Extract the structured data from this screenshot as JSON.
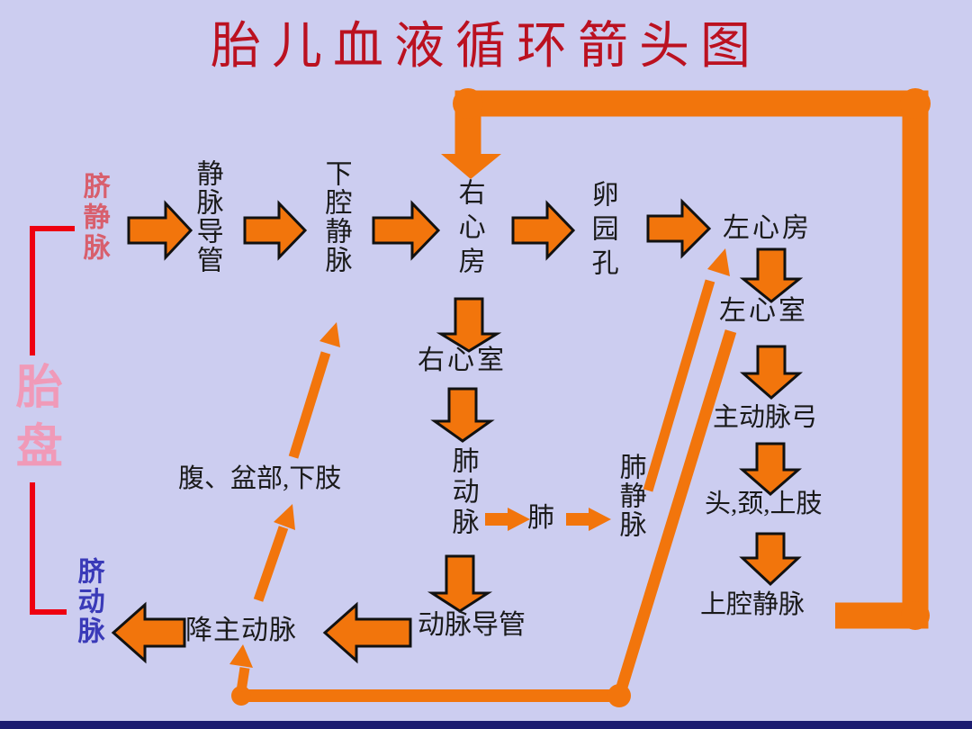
{
  "title": "胎儿血液循环箭头图",
  "colors": {
    "background": "#cccdf0",
    "arrow_orange": "#f2750c",
    "arrow_outline": "#111111",
    "title_red": "#bb1120",
    "bracket_red": "#ee0011",
    "umbilical_vein_pink": "#d85f6d",
    "placenta_pink": "#f09ab8",
    "umbilical_artery_blue": "#3a3ab8",
    "node_black": "#1a1a1a",
    "bottom_strip_navy": "#1b1b70"
  },
  "nodes": {
    "umbilical_vein": "脐静脉",
    "ductus_venosus": "静脉导管",
    "inferior_vena_cava": "下腔静脉",
    "right_atrium": "右心房",
    "foramen_ovale": "卵园孔",
    "left_atrium": "左心房",
    "left_ventricle": "左心室",
    "aortic_arch": "主动脉弓",
    "head_neck_upper_limbs": "头,颈,上肢",
    "superior_vena_cava": "上腔静脉",
    "right_ventricle": "右心室",
    "pulmonary_artery": "肺动脉",
    "lungs": "肺",
    "pulmonary_vein": "肺静脉",
    "abdomen_pelvis_lower_limbs": "腹、盆部,下肢",
    "descending_aorta": "降主动脉",
    "ductus_arteriosus": "动脉导管",
    "placenta": "胎盘",
    "umbilical_artery": "脐动脉"
  },
  "bracket_links": [
    "脐静脉",
    "胎盘",
    "脐动脉"
  ],
  "edges": [
    {
      "from": "脐静脉",
      "to": "静脉导管"
    },
    {
      "from": "静脉导管",
      "to": "下腔静脉"
    },
    {
      "from": "下腔静脉",
      "to": "右心房"
    },
    {
      "from": "右心房",
      "to": "卵园孔"
    },
    {
      "from": "卵园孔",
      "to": "左心房"
    },
    {
      "from": "右心房",
      "to": "右心室"
    },
    {
      "from": "右心室",
      "to": "肺动脉"
    },
    {
      "from": "肺动脉",
      "to": "肺"
    },
    {
      "from": "肺",
      "to": "肺静脉"
    },
    {
      "from": "肺静脉",
      "to": "左心房"
    },
    {
      "from": "左心房",
      "to": "左心室"
    },
    {
      "from": "左心室",
      "to": "主动脉弓"
    },
    {
      "from": "主动脉弓",
      "to": "头,颈,上肢"
    },
    {
      "from": "头,颈,上肢",
      "to": "上腔静脉"
    },
    {
      "from": "上腔静脉",
      "to": "右心房"
    },
    {
      "from": "肺动脉",
      "to": "动脉导管"
    },
    {
      "from": "动脉导管",
      "to": "降主动脉"
    },
    {
      "from": "左心室",
      "to": "降主动脉"
    },
    {
      "from": "降主动脉",
      "to": "腹、盆部,下肢"
    },
    {
      "from": "腹、盆部,下肢",
      "to": "下腔静脉"
    },
    {
      "from": "降主动脉",
      "to": "脐动脉"
    }
  ]
}
